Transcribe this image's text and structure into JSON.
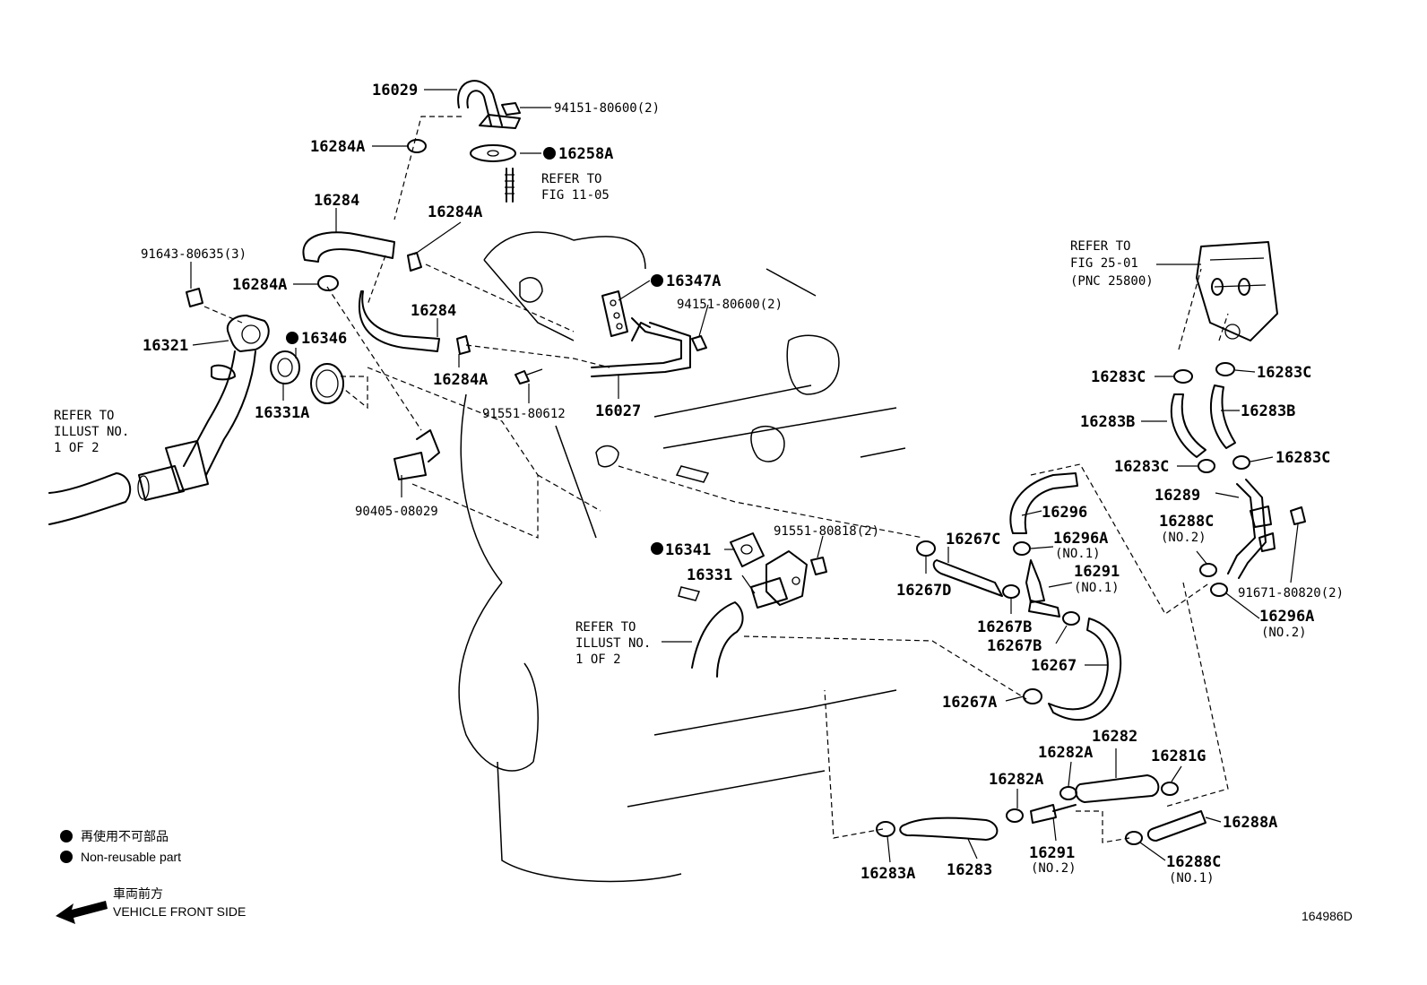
{
  "labels": {
    "l16029": "16029",
    "l94151a": "94151-80600(2)",
    "l16284A_1": "16284A",
    "l16258A": "16258A",
    "lref1105": "REFER TO",
    "lref1105b": "FIG 11-05",
    "l16284_top": "16284",
    "l16284A_2": "16284A",
    "l91643": "91643-80635(3)",
    "l16284A_3": "16284A",
    "l16284_mid": "16284",
    "l16347A": "16347A",
    "l94151b": "94151-80600(2)",
    "l16321": "16321",
    "l16346": "16346",
    "l16284A_4": "16284A",
    "l16027": "16027",
    "l16331A": "16331A",
    "l91551a": "91551-80612",
    "lrefillus1": "REFER TO",
    "lrefillus1b": "ILLUST NO.",
    "lrefillus1c": "1 OF 2",
    "l90405": "90405-08029",
    "l16341": "16341",
    "l91551b": "91551-80818(2)",
    "l16331": "16331",
    "lrefillus2": "REFER TO",
    "lrefillus2b": "ILLUST NO.",
    "lrefillus2c": "1 OF 2",
    "lref2501": "REFER TO",
    "lref2501b": "FIG 25-01",
    "lref2501c": "(PNC 25800)",
    "l16283C_1": "16283C",
    "l16283C_2": "16283C",
    "l16283B_1": "16283B",
    "l16283B_2": "16283B",
    "l16283C_3": "16283C",
    "l16283C_4": "16283C",
    "l16289": "16289",
    "l16296": "16296",
    "l16288C_1": "16288C",
    "l16288C_1n": "(NO.2)",
    "l16267C": "16267C",
    "l16296A_1": "16296A",
    "l16296A_1n": "(NO.1)",
    "l16291_1": "16291",
    "l16291_1n": "(NO.1)",
    "l16267D": "16267D",
    "l91671": "91671-80820(2)",
    "l16296A_2": "16296A",
    "l16296A_2n": "(NO.2)",
    "l16267B_1": "16267B",
    "l16267B_2": "16267B",
    "l16267": "16267",
    "l16267A": "16267A",
    "l16282": "16282",
    "l16282A_1": "16282A",
    "l16281G": "16281G",
    "l16282A_2": "16282A",
    "l16288A": "16288A",
    "l16291_2": "16291",
    "l16291_2n": "(NO.2)",
    "l16288C_2": "16288C",
    "l16288C_2n": "(NO.1)",
    "l16283A": "16283A",
    "l16283": "16283"
  },
  "legend": {
    "jp_nonreusable": "再使用不可部品",
    "en_nonreusable": "Non-reusable part",
    "jp_front": "車両前方",
    "en_front": "VEHICLE FRONT SIDE"
  },
  "illustration_id": "164986D"
}
